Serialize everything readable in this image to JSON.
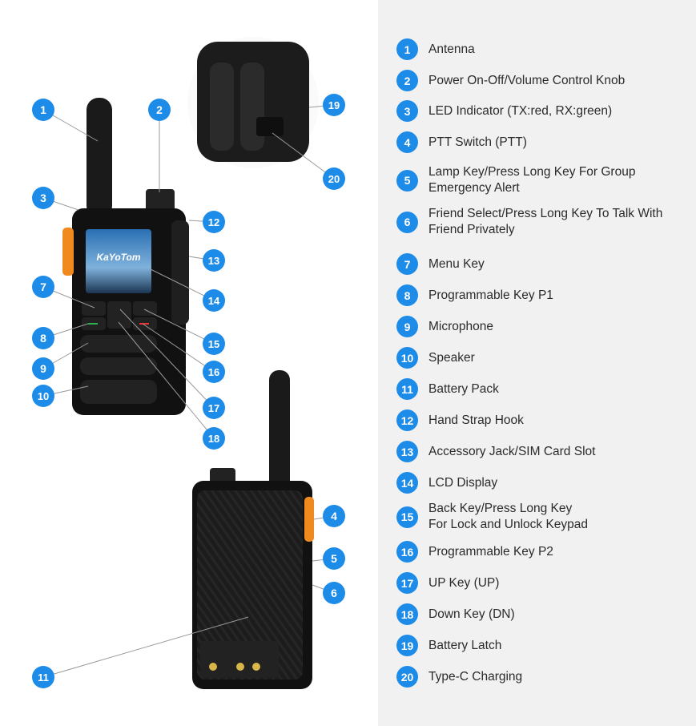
{
  "brand": "KaYoTom",
  "accent": "#1d8be8",
  "legend": [
    {
      "num": "1",
      "label": "Antenna"
    },
    {
      "num": "2",
      "label": "Power On-Off/Volume Control Knob"
    },
    {
      "num": "3",
      "label": "LED Indicator (TX:red, RX:green)"
    },
    {
      "num": "4",
      "label": "PTT Switch (PTT)"
    },
    {
      "num": "5",
      "label": "Lamp Key/Press  Long Key For Group\nEmergency Alert"
    },
    {
      "num": "6",
      "label": "Friend Select/Press Long Key To Talk With\nFriend Privately"
    },
    {
      "num": "7",
      "label": "Menu Key"
    },
    {
      "num": "8",
      "label": "Programmable Key P1"
    },
    {
      "num": "9",
      "label": "Microphone"
    },
    {
      "num": "10",
      "label": "Speaker"
    },
    {
      "num": "11",
      "label": "Battery Pack"
    },
    {
      "num": "12",
      "label": "Hand Strap Hook"
    },
    {
      "num": "13",
      "label": "Accessory Jack/SIM Card Slot"
    },
    {
      "num": "14",
      "label": "LCD Display"
    },
    {
      "num": "15",
      "label": "Back Key/Press Long Key\nFor Lock and Unlock Keypad"
    },
    {
      "num": "16",
      "label": "Programmable Key P2"
    },
    {
      "num": "17",
      "label": "UP Key (UP)"
    },
    {
      "num": "18",
      "label": "Down Key (DN)"
    },
    {
      "num": "19",
      "label": "Battery Latch"
    },
    {
      "num": "20",
      "label": "Type-C Charging"
    }
  ],
  "callouts": [
    "1",
    "2",
    "3",
    "12",
    "13",
    "7",
    "14",
    "8",
    "15",
    "9",
    "16",
    "10",
    "17",
    "18",
    "19",
    "20",
    "4",
    "5",
    "6",
    "11"
  ]
}
